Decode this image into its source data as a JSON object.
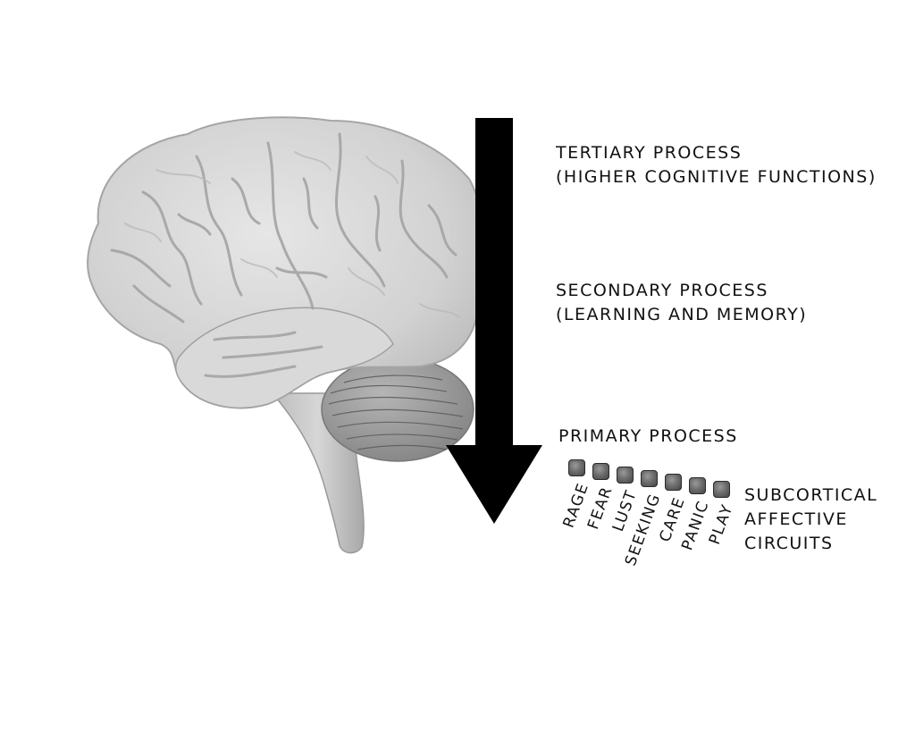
{
  "process_levels": {
    "tertiary": {
      "title": "TERTIARY PROCESS",
      "subtitle": "(HIGHER COGNITIVE FUNCTIONS)"
    },
    "secondary": {
      "title": "SECONDARY PROCESS",
      "subtitle": "(LEARNING AND MEMORY)"
    },
    "primary": {
      "title": "PRIMARY PROCESS"
    }
  },
  "subcortical": {
    "line1": "SUBCORTICAL",
    "line2": "AFFECTIVE",
    "line3": "CIRCUITS"
  },
  "circuits": [
    "RAGE",
    "FEAR",
    "LUST",
    "SEEKING",
    "CARE",
    "PANIC",
    "PLAY"
  ],
  "colors": {
    "arrow": "#000000",
    "brain_fill": "#d8d8d8",
    "brain_shadow": "#a9a9a9",
    "cerebellum": "#9c9c9c",
    "text": "#111111"
  }
}
